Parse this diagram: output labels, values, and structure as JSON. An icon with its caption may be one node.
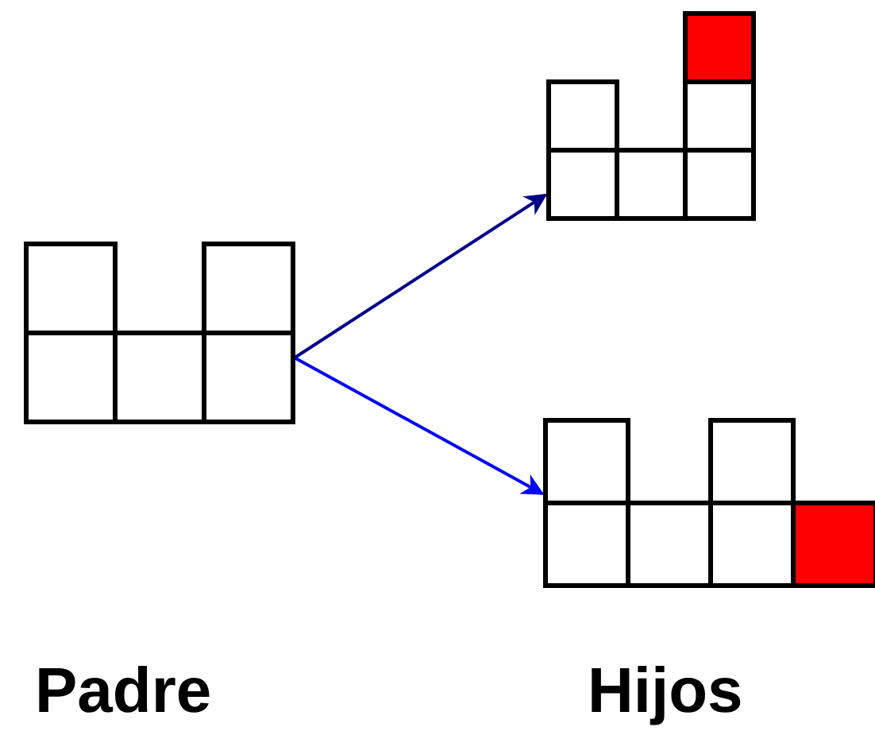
{
  "diagram": {
    "nodes": [
      {
        "text": [],
        "shape": "picture"
      },
      {
        "text": [],
        "shape": "picture"
      },
      {
        "text": [],
        "shape": "picture"
      }
    ],
    "edges": [
      {
        "from": 0,
        "to": 1,
        "arrow": "to",
        "color": "#00008b"
      },
      {
        "from": 0,
        "to": 2,
        "arrow": "to",
        "color": "#0000ff"
      }
    ],
    "labels": [
      "Padre",
      "Hijos"
    ]
  }
}
